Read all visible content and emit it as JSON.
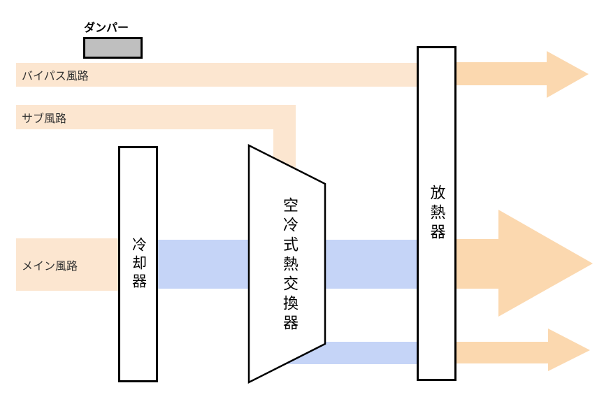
{
  "diagram": {
    "title": "air-path-flow-diagram",
    "damper": {
      "label": "ダンパー"
    },
    "paths": {
      "bypass": {
        "label": "バイパス風路"
      },
      "sub": {
        "label": "サブ風路"
      },
      "main": {
        "label": "メイン風路"
      }
    },
    "components": {
      "cooler": {
        "label": "冷却器"
      },
      "heat_exchanger": {
        "label": "空冷式熱交換器"
      },
      "radiator": {
        "label": "放熱器"
      }
    },
    "icons": {
      "flow_arrow": "right-arrow"
    },
    "colors": {
      "duct_light": "#FCE6D0",
      "arrow_peach": "#FBD8AF",
      "cold_air_blue": "#C5D4F7",
      "damper_gray": "#BFBFBF",
      "outline_black": "#000000"
    }
  }
}
